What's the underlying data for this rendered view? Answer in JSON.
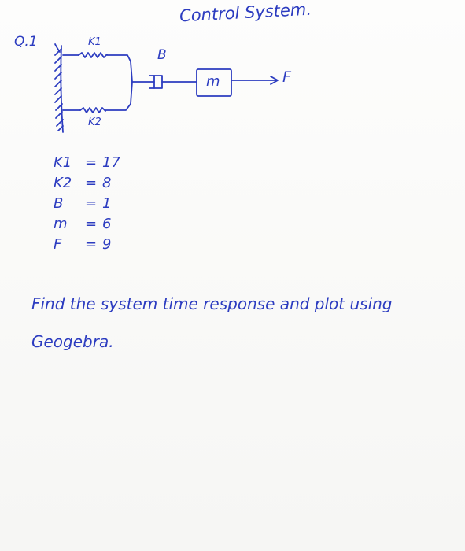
{
  "title": "Control System.",
  "question_number": "Q.1",
  "diagram": {
    "spring_top_label": "K1",
    "spring_bottom_label": "K2",
    "damper_label": "B",
    "mass_label": "m",
    "force_label": "F"
  },
  "parameters": [
    {
      "name": "K1",
      "value": "17"
    },
    {
      "name": "K2",
      "value": "8"
    },
    {
      "name": "B",
      "value": "1"
    },
    {
      "name": "m",
      "value": "6"
    },
    {
      "name": "F",
      "value": "9"
    }
  ],
  "instruction": "Find the system time response and plot using Geogebra."
}
